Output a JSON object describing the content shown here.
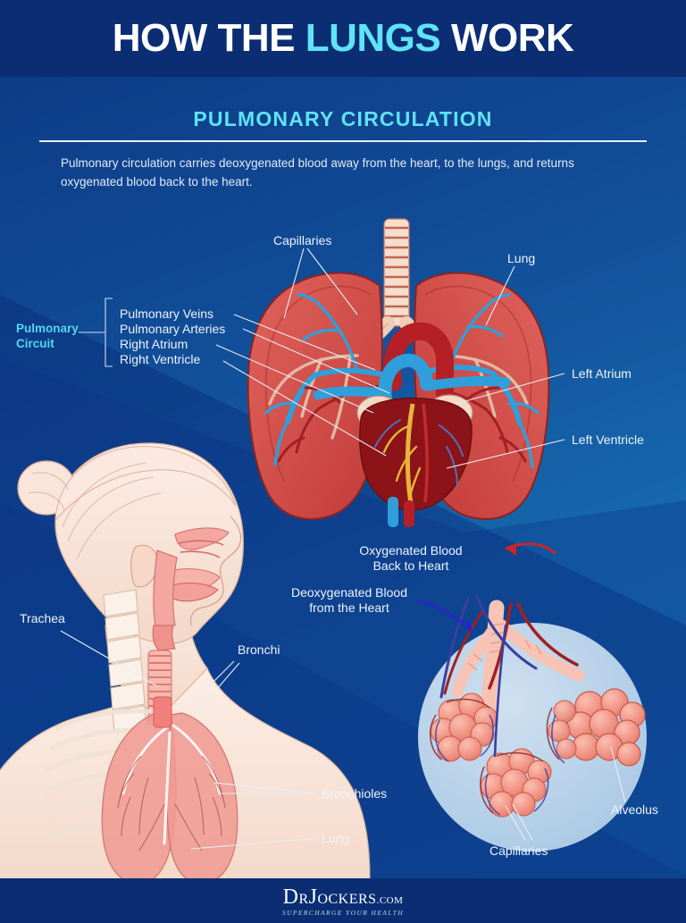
{
  "header": {
    "title_part1": "HOW THE ",
    "title_highlight": "LUNGS",
    "title_part2": " WORK"
  },
  "section": {
    "heading": "PULMONARY CIRCULATION",
    "description": "Pulmonary circulation carries deoxygenated blood away from the heart, to the lungs, and returns oxygenated blood back to the heart."
  },
  "top_diagram": {
    "circuit_group_label_line1": "Pulmonary",
    "circuit_group_label_line2": "Circuit",
    "bracket_items": [
      "Pulmonary Veins",
      "Pulmonary Arteries",
      "Right Atrium",
      "Right Ventricle"
    ],
    "capillaries": "Capillaries",
    "lung": "Lung",
    "left_atrium": "Left Atrium",
    "left_ventricle": "Left Ventricle"
  },
  "flow_labels": {
    "oxygenated_line1": "Oxygenated Blood",
    "oxygenated_line2": "Back to Heart",
    "deoxygenated_line1": "Deoxygenated Blood",
    "deoxygenated_line2": "from the Heart"
  },
  "body_diagram": {
    "trachea": "Trachea",
    "bronchi": "Bronchi",
    "bronchioles": "Bronchioles",
    "lung": "Lung"
  },
  "alveoli_diagram": {
    "alveolus": "Alveolus",
    "capillaries": "Capillaries"
  },
  "footer": {
    "logo_dr": "D",
    "logo_r": "R",
    "logo_j": "J",
    "logo_ockers": "OCKERS",
    "logo_domain": ".COM",
    "tagline": "SUPERCHARGE YOUR HEALTH"
  },
  "colors": {
    "navy": "#0a2d73",
    "mid_blue": "#1668ad",
    "cyan": "#5fe3f5",
    "label_white": "#eef4fb",
    "artery_red": "#c8252a",
    "vein_blue": "#2f3fae",
    "lung_red": "#d9544f",
    "skin": "#f7ddd2"
  }
}
